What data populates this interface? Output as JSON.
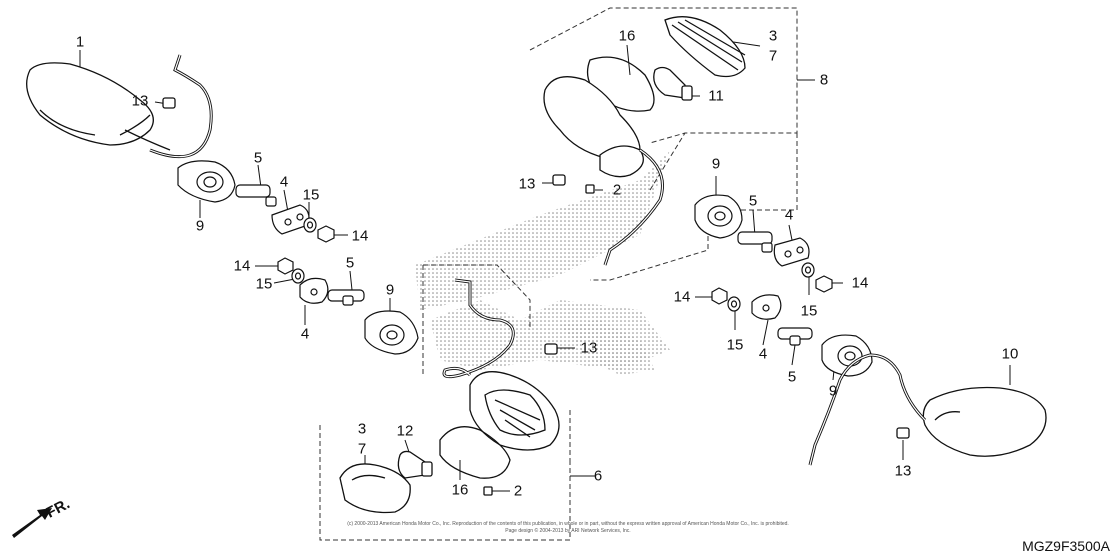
{
  "diagram": {
    "callouts": [
      {
        "id": "c1",
        "text": "1"
      },
      {
        "id": "c13a",
        "text": "13"
      },
      {
        "id": "c5a",
        "text": "5"
      },
      {
        "id": "c4a",
        "text": "4"
      },
      {
        "id": "c15a",
        "text": "15"
      },
      {
        "id": "c14a",
        "text": "14"
      },
      {
        "id": "c9a",
        "text": "9"
      },
      {
        "id": "c14b",
        "text": "14"
      },
      {
        "id": "c15b",
        "text": "15"
      },
      {
        "id": "c5b",
        "text": "5"
      },
      {
        "id": "c4b",
        "text": "4"
      },
      {
        "id": "c9b",
        "text": "9"
      },
      {
        "id": "c16a",
        "text": "16"
      },
      {
        "id": "c3a",
        "text": "3"
      },
      {
        "id": "c7a",
        "text": "7"
      },
      {
        "id": "c8",
        "text": "8"
      },
      {
        "id": "c11",
        "text": "11"
      },
      {
        "id": "c13b",
        "text": "13"
      },
      {
        "id": "c2a",
        "text": "2"
      },
      {
        "id": "c9c",
        "text": "9"
      },
      {
        "id": "c5c",
        "text": "5"
      },
      {
        "id": "c4c",
        "text": "4"
      },
      {
        "id": "c15c",
        "text": "15"
      },
      {
        "id": "c14c",
        "text": "14"
      },
      {
        "id": "c14d",
        "text": "14"
      },
      {
        "id": "c15d",
        "text": "15"
      },
      {
        "id": "c4d",
        "text": "4"
      },
      {
        "id": "c5d",
        "text": "5"
      },
      {
        "id": "c9d",
        "text": "9"
      },
      {
        "id": "c10",
        "text": "10"
      },
      {
        "id": "c13c",
        "text": "13"
      },
      {
        "id": "c13d",
        "text": "13"
      },
      {
        "id": "c3b",
        "text": "3"
      },
      {
        "id": "c7b",
        "text": "7"
      },
      {
        "id": "c12",
        "text": "12"
      },
      {
        "id": "c16b",
        "text": "16"
      },
      {
        "id": "c2b",
        "text": "2"
      },
      {
        "id": "c6",
        "text": "6"
      }
    ],
    "direction_label": "FR.",
    "diagram_code": "MGZ9F3500A",
    "copyright_line1": "(c) 2000-2013 American Honda Motor Co., Inc. Reproduction of the contents of this publication, in whole or in part, without the express written approval of American Honda Motor Co., Inc. is prohibited.",
    "copyright_line2": "Page design © 2004-2013 by ARI Network Services, Inc."
  },
  "colors": {
    "line": "#111111",
    "halftone": "#8a8a8a",
    "dash": "#333333"
  }
}
